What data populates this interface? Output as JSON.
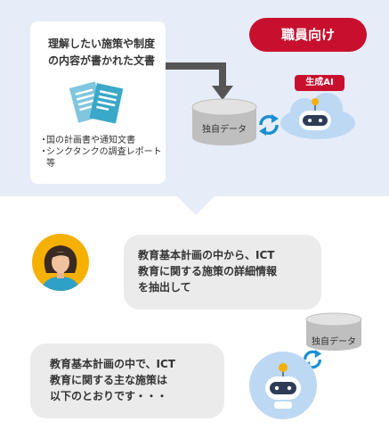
{
  "document": {
    "heading": [
      "理解したい施策や制度",
      "の内容が書かれた文書"
    ],
    "items": [
      "国の計画書や通知文書",
      "シンクタンクの調査レポート 等"
    ]
  },
  "tag": {
    "label": "職員向け"
  },
  "database": {
    "label": "独自データ"
  },
  "ai": {
    "label": "生成AI"
  },
  "chat": {
    "question": [
      "教育基本計画の中から、ICT",
      "教育に関する施策の詳細情報",
      "を抽出して"
    ],
    "answer": [
      "教育基本計画の中で、ICT",
      "教育に関する主な施策は",
      "以下のとおりです・・・"
    ]
  },
  "colors": {
    "accent_red": "#c8102e",
    "panel_blue": "#e6ecf8",
    "doc_teal": "#3aa8c8",
    "cloud_blue": "#bcd8f3",
    "sync_blue": "#1a8fd0",
    "avatar_yellow": "#f5b000",
    "bubble_gray": "#ebebeb"
  }
}
